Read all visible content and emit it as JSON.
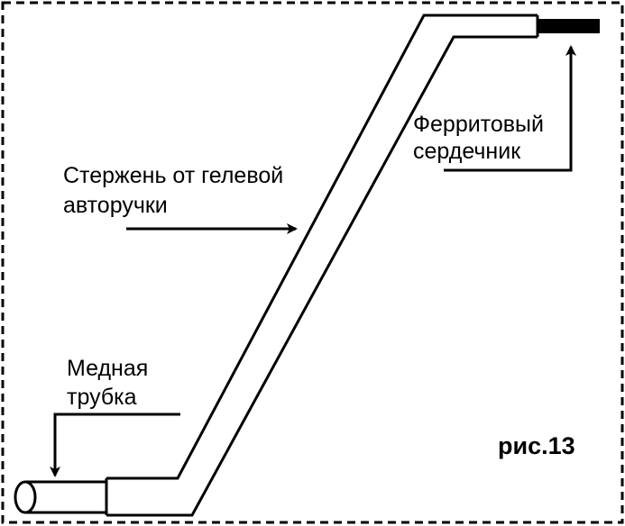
{
  "labels": {
    "ferrite_core": [
      "Ферритовый",
      "сердечник"
    ],
    "gel_pen_rod": [
      "Стержень от гелевой",
      "авторучки"
    ],
    "copper_tube": [
      "Медная",
      "трубка"
    ]
  },
  "caption": "рис.13",
  "colors": {
    "ink": "#000000",
    "background": "#ffffff"
  }
}
